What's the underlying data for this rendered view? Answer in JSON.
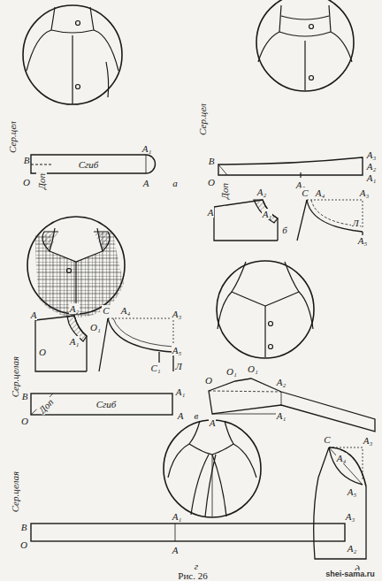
{
  "diagram": {
    "caption": "Рис. 26",
    "labels": [
      "Сер.цел",
      "В",
      "Сгиб",
      "А₁",
      "Доп",
      "О",
      "А",
      "а",
      "Сер.цел",
      "В",
      "А₃",
      "А₂",
      "А₁",
      "О",
      "А₀",
      "Доп",
      "А",
      "А₂",
      "А₁",
      "б",
      "С",
      "А₄",
      "А₃",
      "Л",
      "А₅",
      "А",
      "А₂",
      "О",
      "А₁",
      "С",
      "О₁",
      "А₄",
      "А₃",
      "А₅",
      "С₁",
      "Л",
      "Сер.целая",
      "В",
      "Доп",
      "Сгиб",
      "А₁",
      "О",
      "А",
      "в",
      "О",
      "О₁",
      "О₁",
      "А₂",
      "А",
      "А₁",
      "С",
      "А₃",
      "А₄",
      "А₅",
      "д",
      "Сер.целая",
      "В",
      "А₁",
      "А₃",
      "О",
      "А",
      "А₂",
      "г",
      "shei-sama.ru"
    ]
  }
}
